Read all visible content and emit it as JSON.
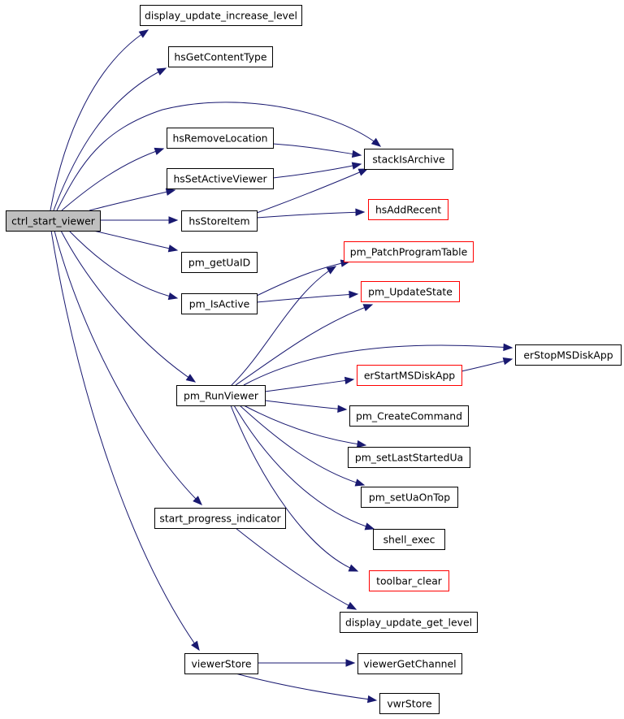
{
  "nodes": [
    {
      "id": "ctrl_start_viewer",
      "label": "ctrl_start_viewer",
      "style": "root"
    },
    {
      "id": "display_update_increase_level",
      "label": "display_update_increase_level",
      "style": "normal"
    },
    {
      "id": "hsGetContentType",
      "label": "hsGetContentType",
      "style": "normal"
    },
    {
      "id": "hsRemoveLocation",
      "label": "hsRemoveLocation",
      "style": "normal"
    },
    {
      "id": "hsSetActiveViewer",
      "label": "hsSetActiveViewer",
      "style": "normal"
    },
    {
      "id": "hsStoreItem",
      "label": "hsStoreItem",
      "style": "normal"
    },
    {
      "id": "pm_getUaID",
      "label": "pm_getUaID",
      "style": "normal"
    },
    {
      "id": "pm_IsActive",
      "label": "pm_IsActive",
      "style": "normal"
    },
    {
      "id": "pm_RunViewer",
      "label": "pm_RunViewer",
      "style": "normal"
    },
    {
      "id": "start_progress_indicator",
      "label": "start_progress_indicator",
      "style": "normal"
    },
    {
      "id": "viewerStore",
      "label": "viewerStore",
      "style": "normal"
    },
    {
      "id": "stackIsArchive",
      "label": "stackIsArchive",
      "style": "normal"
    },
    {
      "id": "hsAddRecent",
      "label": "hsAddRecent",
      "style": "truncated"
    },
    {
      "id": "pm_PatchProgramTable",
      "label": "pm_PatchProgramTable",
      "style": "truncated"
    },
    {
      "id": "pm_UpdateState",
      "label": "pm_UpdateState",
      "style": "truncated"
    },
    {
      "id": "erStartMSDiskApp",
      "label": "erStartMSDiskApp",
      "style": "truncated"
    },
    {
      "id": "erStopMSDiskApp",
      "label": "erStopMSDiskApp",
      "style": "normal"
    },
    {
      "id": "pm_CreateCommand",
      "label": "pm_CreateCommand",
      "style": "normal"
    },
    {
      "id": "pm_setLastStartedUa",
      "label": "pm_setLastStartedUa",
      "style": "normal"
    },
    {
      "id": "pm_setUaOnTop",
      "label": "pm_setUaOnTop",
      "style": "normal"
    },
    {
      "id": "shell_exec",
      "label": "shell_exec",
      "style": "normal"
    },
    {
      "id": "toolbar_clear",
      "label": "toolbar_clear",
      "style": "truncated"
    },
    {
      "id": "display_update_get_level",
      "label": "display_update_get_level",
      "style": "normal"
    },
    {
      "id": "viewerGetChannel",
      "label": "viewerGetChannel",
      "style": "normal"
    },
    {
      "id": "vwrStore",
      "label": "vwrStore",
      "style": "normal"
    }
  ],
  "edges": [
    {
      "from": "ctrl_start_viewer",
      "to": "display_update_increase_level"
    },
    {
      "from": "ctrl_start_viewer",
      "to": "hsGetContentType"
    },
    {
      "from": "ctrl_start_viewer",
      "to": "stackIsArchive"
    },
    {
      "from": "ctrl_start_viewer",
      "to": "hsRemoveLocation"
    },
    {
      "from": "ctrl_start_viewer",
      "to": "hsSetActiveViewer"
    },
    {
      "from": "ctrl_start_viewer",
      "to": "hsStoreItem"
    },
    {
      "from": "ctrl_start_viewer",
      "to": "pm_getUaID"
    },
    {
      "from": "ctrl_start_viewer",
      "to": "pm_IsActive"
    },
    {
      "from": "ctrl_start_viewer",
      "to": "pm_RunViewer"
    },
    {
      "from": "ctrl_start_viewer",
      "to": "start_progress_indicator"
    },
    {
      "from": "ctrl_start_viewer",
      "to": "viewerStore"
    },
    {
      "from": "hsRemoveLocation",
      "to": "stackIsArchive"
    },
    {
      "from": "hsSetActiveViewer",
      "to": "stackIsArchive"
    },
    {
      "from": "hsStoreItem",
      "to": "stackIsArchive"
    },
    {
      "from": "hsStoreItem",
      "to": "hsAddRecent"
    },
    {
      "from": "pm_IsActive",
      "to": "pm_PatchProgramTable"
    },
    {
      "from": "pm_IsActive",
      "to": "pm_UpdateState"
    },
    {
      "from": "pm_RunViewer",
      "to": "pm_PatchProgramTable"
    },
    {
      "from": "pm_RunViewer",
      "to": "pm_UpdateState"
    },
    {
      "from": "pm_RunViewer",
      "to": "erStopMSDiskApp"
    },
    {
      "from": "pm_RunViewer",
      "to": "erStartMSDiskApp"
    },
    {
      "from": "pm_RunViewer",
      "to": "pm_CreateCommand"
    },
    {
      "from": "pm_RunViewer",
      "to": "pm_setLastStartedUa"
    },
    {
      "from": "pm_RunViewer",
      "to": "pm_setUaOnTop"
    },
    {
      "from": "pm_RunViewer",
      "to": "shell_exec"
    },
    {
      "from": "pm_RunViewer",
      "to": "toolbar_clear"
    },
    {
      "from": "erStartMSDiskApp",
      "to": "erStopMSDiskApp"
    },
    {
      "from": "start_progress_indicator",
      "to": "display_update_get_level"
    },
    {
      "from": "viewerStore",
      "to": "viewerGetChannel"
    },
    {
      "from": "viewerStore",
      "to": "vwrStore"
    }
  ],
  "colors": {
    "edge": "#191970",
    "root_fill": "#bfbfbf",
    "node_border": "#000000",
    "truncated_border": "#ff0000",
    "node_fill": "#ffffff"
  }
}
